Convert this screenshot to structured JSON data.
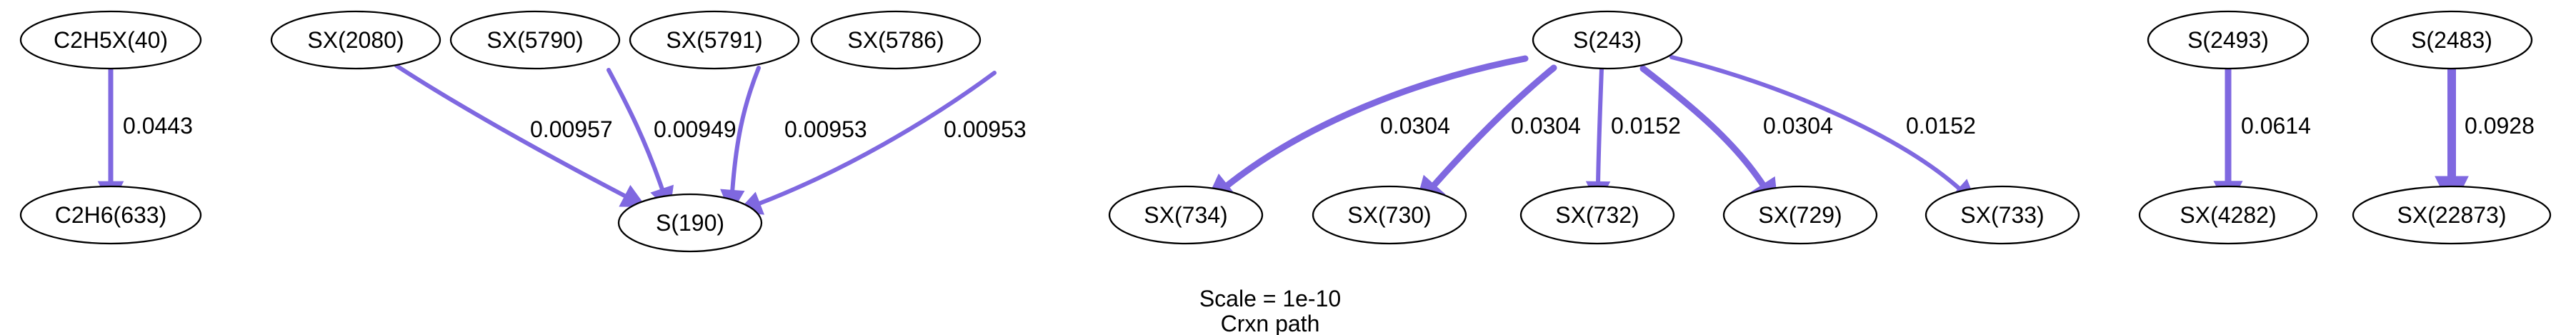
{
  "graph": {
    "edge_color": "#7f68e0",
    "caption": {
      "scale": "Scale = 1e-10",
      "title": "Crxn path"
    },
    "nodes": [
      {
        "id": "C2H5X(40)",
        "label": "C2H5X(40)"
      },
      {
        "id": "C2H6(633)",
        "label": "C2H6(633)"
      },
      {
        "id": "SX(2080)",
        "label": "SX(2080)"
      },
      {
        "id": "SX(5790)",
        "label": "SX(5790)"
      },
      {
        "id": "SX(5791)",
        "label": "SX(5791)"
      },
      {
        "id": "SX(5786)",
        "label": "SX(5786)"
      },
      {
        "id": "S(190)",
        "label": "S(190)"
      },
      {
        "id": "S(243)",
        "label": "S(243)"
      },
      {
        "id": "SX(734)",
        "label": "SX(734)"
      },
      {
        "id": "SX(730)",
        "label": "SX(730)"
      },
      {
        "id": "SX(732)",
        "label": "SX(732)"
      },
      {
        "id": "SX(729)",
        "label": "SX(729)"
      },
      {
        "id": "SX(733)",
        "label": "SX(733)"
      },
      {
        "id": "S(2493)",
        "label": "S(2493)"
      },
      {
        "id": "SX(4282)",
        "label": "SX(4282)"
      },
      {
        "id": "S(2483)",
        "label": "S(2483)"
      },
      {
        "id": "SX(22873)",
        "label": "SX(22873)"
      }
    ],
    "edges": [
      {
        "from": "C2H5X(40)",
        "to": "C2H6(633)",
        "label": "0.0443"
      },
      {
        "from": "SX(2080)",
        "to": "S(190)",
        "label": "0.00957"
      },
      {
        "from": "SX(5790)",
        "to": "S(190)",
        "label": "0.00949"
      },
      {
        "from": "SX(5791)",
        "to": "S(190)",
        "label": "0.00953"
      },
      {
        "from": "SX(5786)",
        "to": "S(190)",
        "label": "0.00953"
      },
      {
        "from": "S(243)",
        "to": "SX(734)",
        "label": "0.0304"
      },
      {
        "from": "S(243)",
        "to": "SX(730)",
        "label": "0.0304"
      },
      {
        "from": "S(243)",
        "to": "SX(732)",
        "label": "0.0152"
      },
      {
        "from": "S(243)",
        "to": "SX(729)",
        "label": "0.0304"
      },
      {
        "from": "S(243)",
        "to": "SX(733)",
        "label": "0.0152"
      },
      {
        "from": "S(2493)",
        "to": "SX(4282)",
        "label": "0.0614"
      },
      {
        "from": "S(2483)",
        "to": "SX(22873)",
        "label": "0.0928"
      }
    ]
  }
}
